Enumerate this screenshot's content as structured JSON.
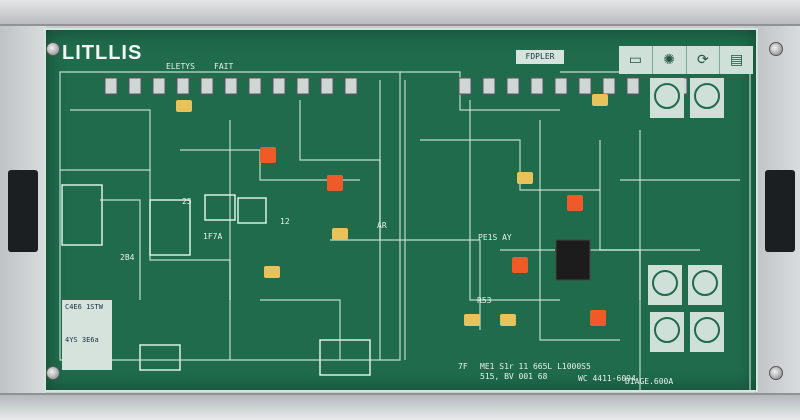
{
  "brand": {
    "logo": "LITLLIS"
  },
  "labels": {
    "top_left_1": "ELETYS",
    "top_left_2": "FAIT",
    "panel_tag": "FDPLER",
    "ref_25": "25",
    "ref_12": "12",
    "ref_1f7a": "1F7A",
    "ref_2b4": "2B4",
    "ref_ar": "AR",
    "center_label": "PE1S AY",
    "ref_r53": "R53",
    "ref_7f": "7F",
    "footer_1": "ME1 S1r 11 665L L1000S5",
    "footer_2": "515, BV 001 68",
    "footer_3": "WC 4411-6094",
    "footer_4": "DIAGE.600A",
    "box_left_1": "C4E6 1STW",
    "box_left_2": "4YS 3E6a"
  },
  "icon_bar": [
    "monitor-icon",
    "gear-icon",
    "refresh-icon",
    "settings-panel-icon"
  ],
  "colors": {
    "board": "#1f6b4c",
    "trace": "#d9efe3",
    "chip": "#f05a28",
    "cap": "#e8c25a"
  }
}
